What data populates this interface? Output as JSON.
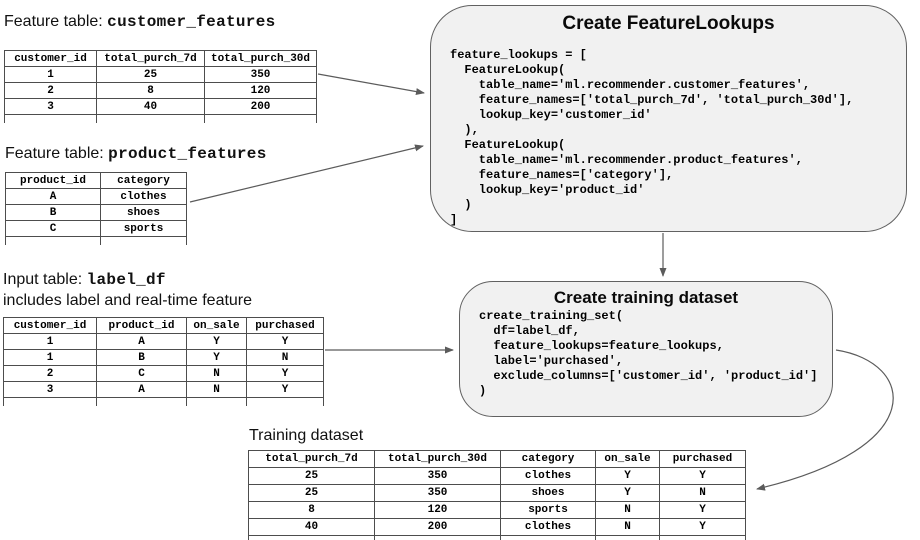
{
  "colors": {
    "box_fill": "#f1f1f1",
    "box_border": "#616161",
    "table_border": "#4d4d4d",
    "arrow_color": "#5b5b5b",
    "text_color": "#000000"
  },
  "tables": {
    "customer_features": {
      "title_prefix": "Feature table: ",
      "title_name": "customer_features",
      "headers": [
        "customer_id",
        "total_purch_7d",
        "total_purch_30d"
      ],
      "rows": [
        [
          "1",
          "25",
          "350"
        ],
        [
          "2",
          "8",
          "120"
        ],
        [
          "3",
          "40",
          "200"
        ]
      ]
    },
    "product_features": {
      "title_prefix": "Feature table: ",
      "title_name": "product_features",
      "headers": [
        "product_id",
        "category"
      ],
      "rows": [
        [
          "A",
          "clothes"
        ],
        [
          "B",
          "shoes"
        ],
        [
          "C",
          "sports"
        ]
      ]
    },
    "label_df": {
      "title_prefix": "Input table: ",
      "title_name": "label_df",
      "subtitle": "includes label and real-time feature",
      "headers": [
        "customer_id",
        "product_id",
        "on_sale",
        "purchased"
      ],
      "rows": [
        [
          "1",
          "A",
          "Y",
          "Y"
        ],
        [
          "1",
          "B",
          "Y",
          "N"
        ],
        [
          "2",
          "C",
          "N",
          "Y"
        ],
        [
          "3",
          "A",
          "N",
          "Y"
        ]
      ]
    },
    "training_dataset": {
      "title": "Training dataset",
      "headers": [
        "total_purch_7d",
        "total_purch_30d",
        "category",
        "on_sale",
        "purchased"
      ],
      "rows": [
        [
          "25",
          "350",
          "clothes",
          "Y",
          "Y"
        ],
        [
          "25",
          "350",
          "shoes",
          "Y",
          "N"
        ],
        [
          "8",
          "120",
          "sports",
          "N",
          "Y"
        ],
        [
          "40",
          "200",
          "clothes",
          "N",
          "Y"
        ]
      ]
    }
  },
  "boxes": {
    "feature_lookups": {
      "title": "Create FeatureLookups",
      "code": "feature_lookups = [\n  FeatureLookup(\n    table_name='ml.recommender.customer_features',\n    feature_names=['total_purch_7d', 'total_purch_30d'],\n    lookup_key='customer_id'\n  ),\n  FeatureLookup(\n    table_name='ml.recommender.product_features',\n    feature_names=['category'],\n    lookup_key='product_id'\n  )\n]"
    },
    "create_training": {
      "title": "Create training dataset",
      "code": "create_training_set(\n  df=label_df,\n  feature_lookups=feature_lookups,\n  label='purchased',\n  exclude_columns=['customer_id', 'product_id']\n)"
    }
  }
}
